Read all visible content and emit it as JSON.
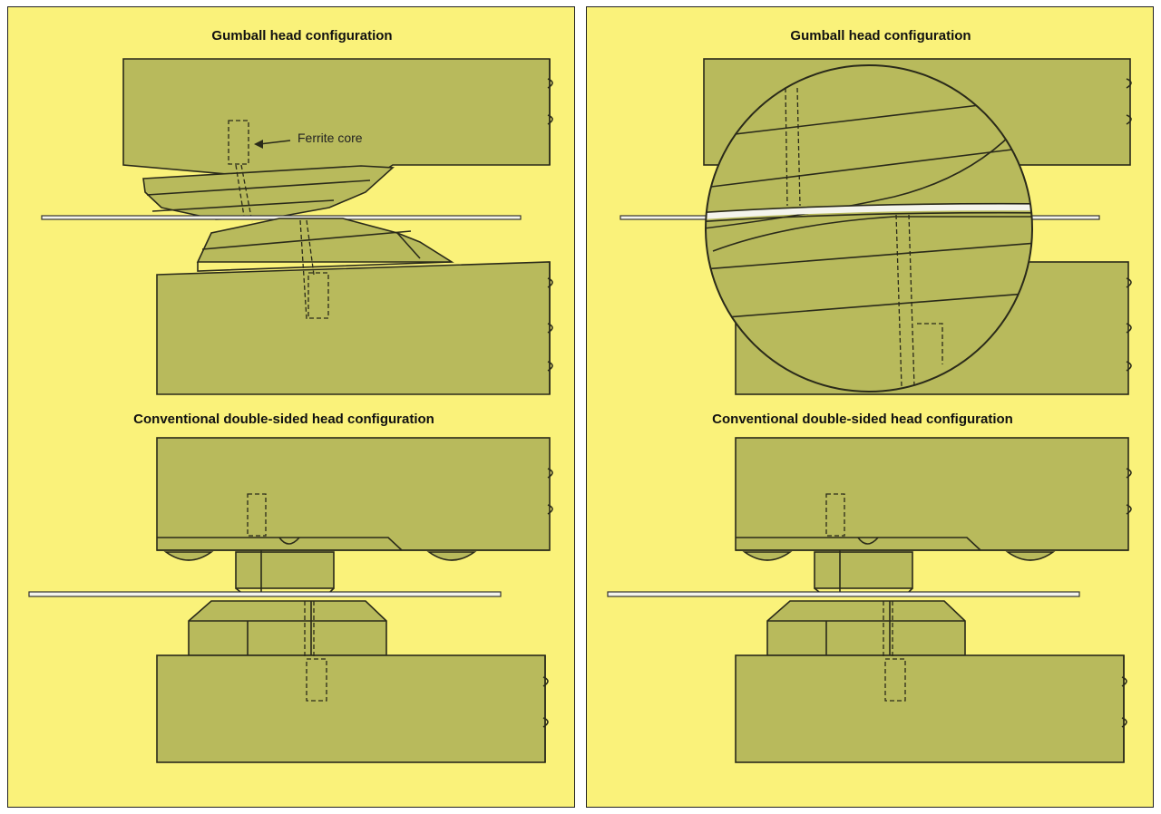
{
  "panels": [
    {
      "id": "left",
      "top_title": "Gumball head configuration",
      "callout": "Ferrite core",
      "bottom_title": "Conventional double-sided head configuration"
    },
    {
      "id": "right",
      "top_title": "Gumball head configuration",
      "bottom_title": "Conventional double-sided head configuration",
      "note": "magnified inset"
    }
  ],
  "colors": {
    "background": "#faf27a",
    "head_body": "#b8ba5c",
    "outline": "#2a2a1a",
    "disk": "#f4f4ec"
  }
}
